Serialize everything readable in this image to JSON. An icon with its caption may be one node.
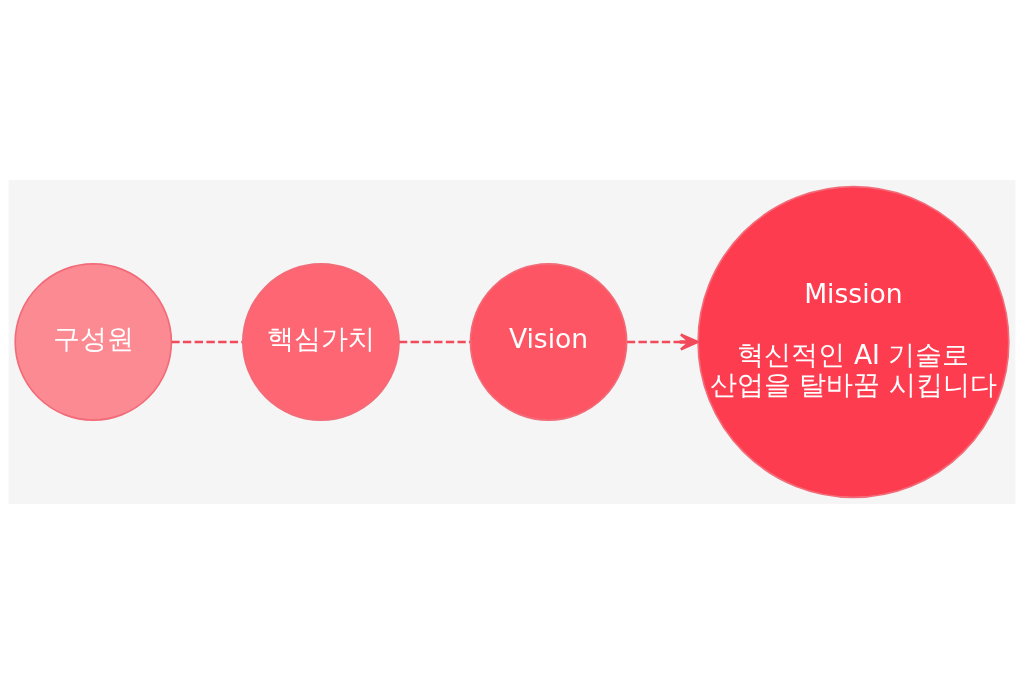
{
  "diagram": {
    "nodes": [
      {
        "text": [
          "구성원"
        ]
      },
      {
        "text": [
          "핵심가치"
        ]
      },
      {
        "text": [
          "Vision"
        ]
      },
      {
        "text": [
          "Mission",
          "혁신적인 AI 기술로 산업을 탈바꿈 시킵니다"
        ]
      }
    ],
    "edges": [
      {
        "from": 0,
        "to": 1,
        "arrow": "none",
        "style": "dashed"
      },
      {
        "from": 1,
        "to": 2,
        "arrow": "none",
        "style": "dashed"
      },
      {
        "from": 2,
        "to": 3,
        "arrow": "to",
        "style": "dashed"
      }
    ]
  }
}
